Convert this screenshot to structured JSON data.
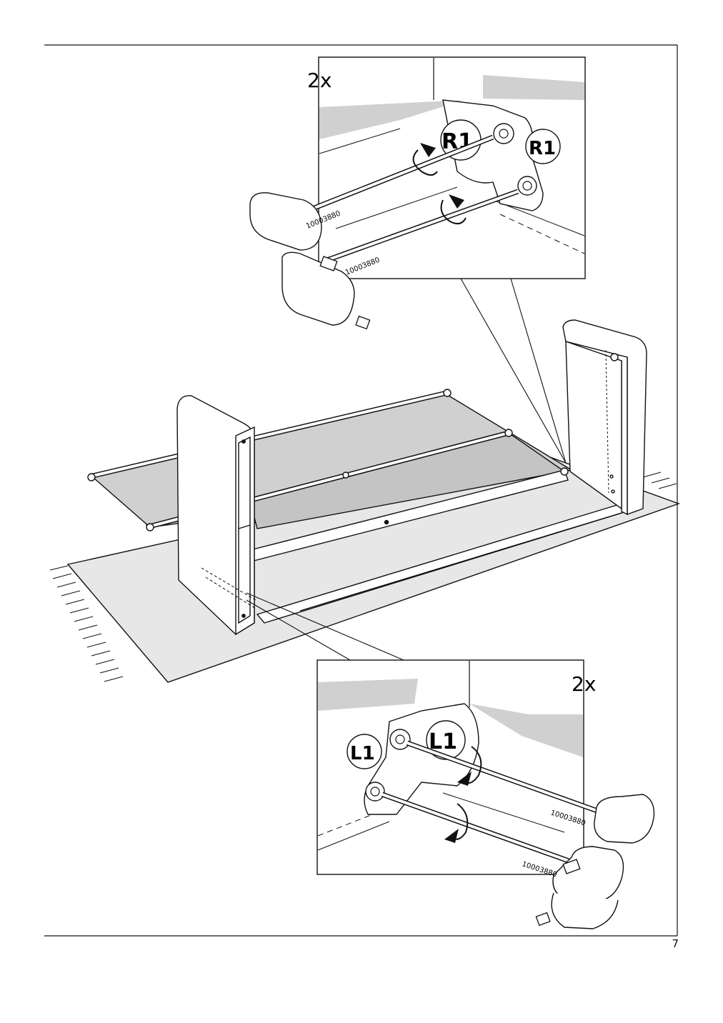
{
  "page": {
    "number": "7"
  },
  "callouts": {
    "top": {
      "count": "2x",
      "marker": "R1",
      "part_code_a": "10003880",
      "part_code_b": "10003880"
    },
    "bottom": {
      "count": "2x",
      "marker": "L1",
      "part_code_a": "10003880",
      "part_code_b": "10003880"
    }
  },
  "colors": {
    "line": "#111111",
    "shade": "#d0d0d0",
    "shade_light": "#e7e7e7",
    "paper": "#ffffff"
  }
}
